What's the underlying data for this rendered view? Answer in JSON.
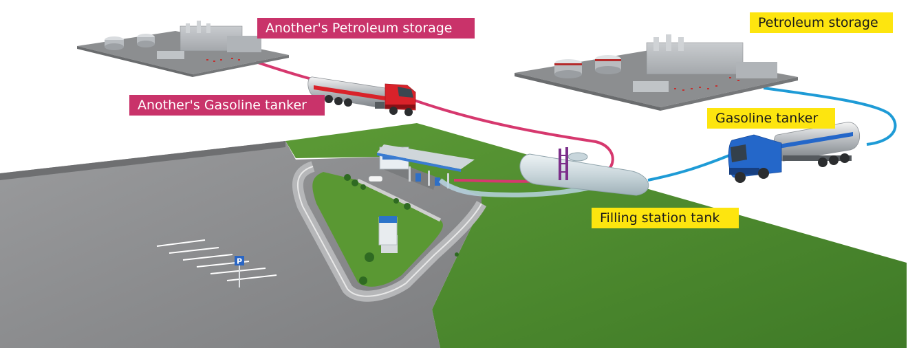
{
  "labels": {
    "another_storage": "Another's Petroleum storage",
    "another_tanker": "Another's Gasoline tanker",
    "storage": "Petroleum storage",
    "tanker": "Gasoline tanker",
    "station_tank": "Filling station tank"
  },
  "parking_sign": "P",
  "colors": {
    "pink_label": "#c9336a",
    "yellow_label": "#fde50f",
    "pink_pipe": "#d6386e",
    "blue_pipe": "#1e9bd6",
    "grass": "#4f8a2f",
    "asphalt": "#8f9092",
    "red_truck": "#d9222a",
    "blue_truck": "#2467c9"
  }
}
